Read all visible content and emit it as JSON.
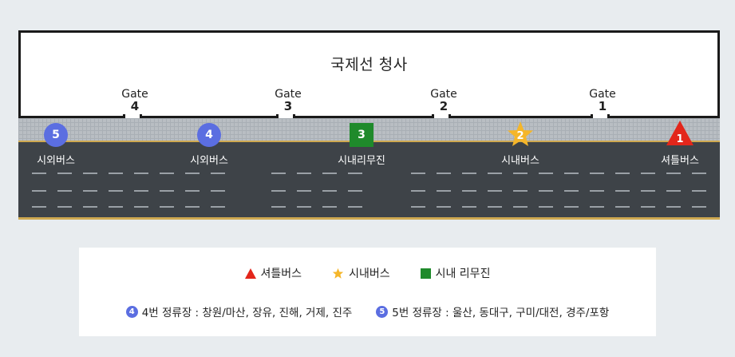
{
  "terminal": {
    "title": "국제선 청사",
    "gates": [
      {
        "label": "Gate",
        "number": "4"
      },
      {
        "label": "Gate",
        "number": "3"
      },
      {
        "label": "Gate",
        "number": "2"
      },
      {
        "label": "Gate",
        "number": "1"
      }
    ]
  },
  "stops": [
    {
      "number": "5",
      "label": "시외버스",
      "shape": "circle"
    },
    {
      "number": "4",
      "label": "시외버스",
      "shape": "circle"
    },
    {
      "number": "3",
      "label": "시내리무진",
      "shape": "square"
    },
    {
      "number": "2",
      "label": "시내버스",
      "shape": "star"
    },
    {
      "number": "1",
      "label": "셔틀버스",
      "shape": "triangle"
    }
  ],
  "legend": {
    "items": [
      {
        "label": "셔틀버스",
        "shape": "triangle"
      },
      {
        "label": "시내버스",
        "shape": "star"
      },
      {
        "label": "시내 리무진",
        "shape": "square"
      }
    ],
    "info": [
      {
        "badge": "4",
        "text": "4번 정류장 : 창원/마산, 장유, 진해, 거제, 진주"
      },
      {
        "badge": "5",
        "text": "5번 정류장 : 울산, 동대구, 구미/대전, 경주/포항"
      }
    ]
  },
  "colors": {
    "circle": "#5b6ee1",
    "square": "#1f8a2b",
    "star": "#f5b62a",
    "triangle": "#e3261b",
    "road": "#3e4348"
  }
}
